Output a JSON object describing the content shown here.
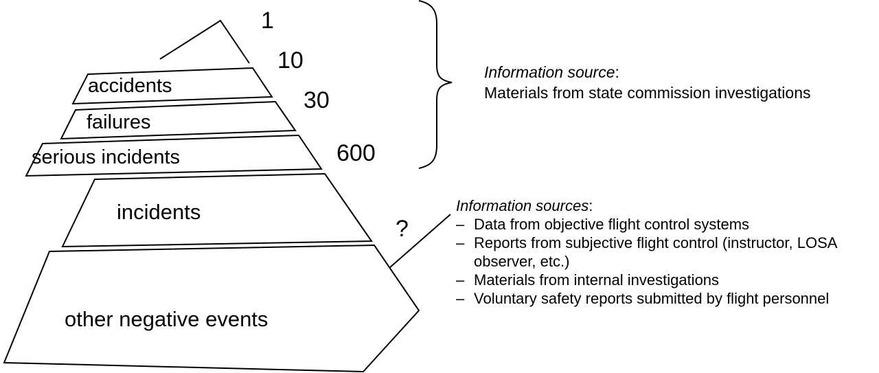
{
  "pyramid": {
    "layer_labels": [
      "accidents",
      "failures",
      "serious incidents",
      "incidents",
      "other negative events"
    ],
    "counts": [
      "1",
      "10",
      "30",
      "600",
      "?"
    ]
  },
  "annotations": {
    "top": {
      "heading": "Information source",
      "colon": ":",
      "body": "Materials from state commission investigations"
    },
    "bottom": {
      "heading": "Information sources",
      "colon": ":",
      "bullet": "–",
      "items": [
        "Data from objective flight control systems",
        "Reports from subjective flight control (instructor, LOSA observer, etc.)",
        "Materials from internal investigations",
        "Voluntary safety reports submitted by flight personnel"
      ]
    }
  }
}
